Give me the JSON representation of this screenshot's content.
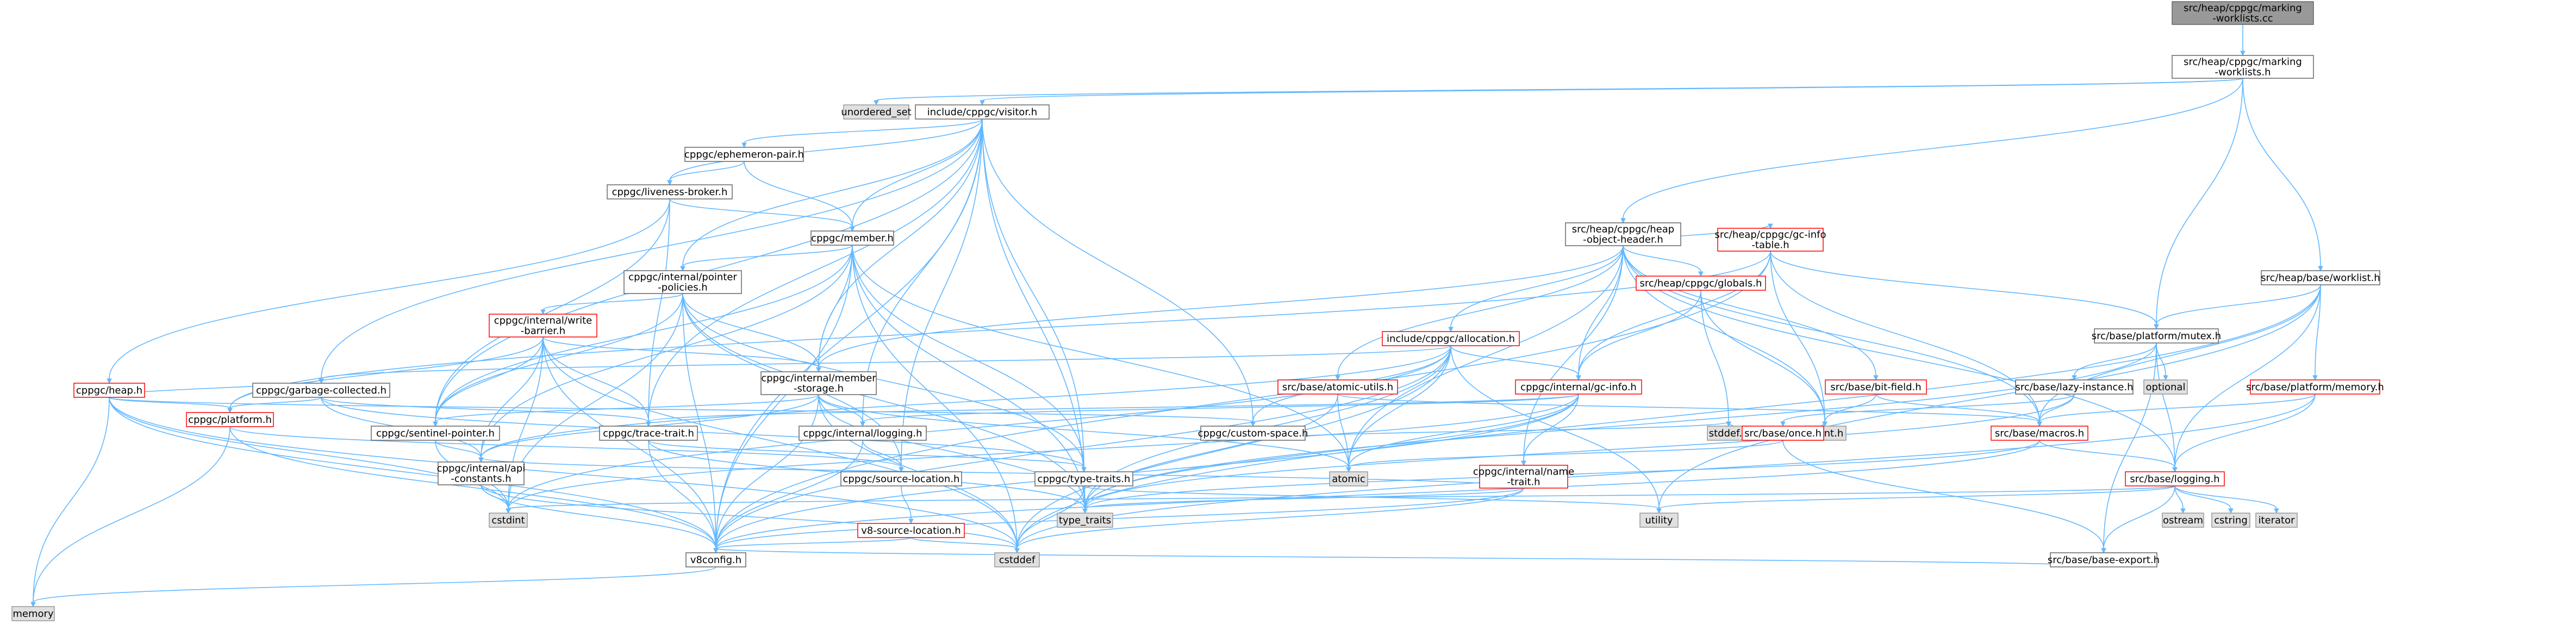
{
  "styles": {
    "root": {
      "fill": "#999999",
      "stroke": "#666666"
    },
    "file": {
      "fill": "#ffffff",
      "stroke": "#666666"
    },
    "red": {
      "fill": "#ffffff",
      "stroke": "#ff0000"
    },
    "ext": {
      "fill": "#e0e0e0",
      "stroke": "#999999"
    },
    "edge": "#63b8ff"
  },
  "nodes": [
    {
      "id": "root",
      "lines": [
        "src/heap/cppgc/marking",
        "-worklists.cc"
      ],
      "style": "root"
    },
    {
      "id": "mw_h",
      "lines": [
        "src/heap/cppgc/marking",
        "-worklists.h"
      ],
      "style": "file"
    },
    {
      "id": "unordered_set",
      "lines": [
        "unordered_set"
      ],
      "style": "ext"
    },
    {
      "id": "visitor",
      "lines": [
        "include/cppgc/visitor.h"
      ],
      "style": "file"
    },
    {
      "id": "ephemeron",
      "lines": [
        "cppgc/ephemeron-pair.h"
      ],
      "style": "file"
    },
    {
      "id": "liveness",
      "lines": [
        "cppgc/liveness-broker.h"
      ],
      "style": "file"
    },
    {
      "id": "member",
      "lines": [
        "cppgc/member.h"
      ],
      "style": "file"
    },
    {
      "id": "pointer_pol",
      "lines": [
        "cppgc/internal/pointer",
        "-policies.h"
      ],
      "style": "file"
    },
    {
      "id": "write_barrier",
      "lines": [
        "cppgc/internal/write",
        "-barrier.h"
      ],
      "style": "red"
    },
    {
      "id": "heap",
      "lines": [
        "cppgc/heap.h"
      ],
      "style": "red"
    },
    {
      "id": "garbage",
      "lines": [
        "cppgc/garbage-collected.h"
      ],
      "style": "file"
    },
    {
      "id": "member_storage",
      "lines": [
        "cppgc/internal/member",
        "-storage.h"
      ],
      "style": "file"
    },
    {
      "id": "platform",
      "lines": [
        "cppgc/platform.h"
      ],
      "style": "red"
    },
    {
      "id": "sentinel",
      "lines": [
        "cppgc/sentinel-pointer.h"
      ],
      "style": "file"
    },
    {
      "id": "trace_trait",
      "lines": [
        "cppgc/trace-trait.h"
      ],
      "style": "file"
    },
    {
      "id": "logging",
      "lines": [
        "cppgc/internal/logging.h"
      ],
      "style": "file"
    },
    {
      "id": "api_const",
      "lines": [
        "cppgc/internal/api",
        "-constants.h"
      ],
      "style": "file"
    },
    {
      "id": "source_loc",
      "lines": [
        "cppgc/source-location.h"
      ],
      "style": "file"
    },
    {
      "id": "v8_source_loc",
      "lines": [
        "v8-source-location.h"
      ],
      "style": "red"
    },
    {
      "id": "type_traits_h",
      "lines": [
        "cppgc/type-traits.h"
      ],
      "style": "file"
    },
    {
      "id": "custom_space",
      "lines": [
        "cppgc/custom-space.h"
      ],
      "style": "file"
    },
    {
      "id": "v8config",
      "lines": [
        "v8config.h"
      ],
      "style": "file"
    },
    {
      "id": "memory",
      "lines": [
        "memory"
      ],
      "style": "ext"
    },
    {
      "id": "cstdint",
      "lines": [
        "cstdint"
      ],
      "style": "ext"
    },
    {
      "id": "cstddef",
      "lines": [
        "cstddef"
      ],
      "style": "ext"
    },
    {
      "id": "type_traits",
      "lines": [
        "type_traits"
      ],
      "style": "ext"
    },
    {
      "id": "atomic",
      "lines": [
        "atomic"
      ],
      "style": "ext"
    },
    {
      "id": "utility",
      "lines": [
        "utility"
      ],
      "style": "ext"
    },
    {
      "id": "heap_obj",
      "lines": [
        "src/heap/cppgc/heap",
        "-object-header.h"
      ],
      "style": "file"
    },
    {
      "id": "allocation",
      "lines": [
        "include/cppgc/allocation.h"
      ],
      "style": "red"
    },
    {
      "id": "gc_info_table",
      "lines": [
        "src/heap/cppgc/gc-info",
        "-table.h"
      ],
      "style": "red"
    },
    {
      "id": "globals",
      "lines": [
        "src/heap/cppgc/globals.h"
      ],
      "style": "red"
    },
    {
      "id": "atomic_utils",
      "lines": [
        "src/base/atomic-utils.h"
      ],
      "style": "red"
    },
    {
      "id": "gc_info",
      "lines": [
        "cppgc/internal/gc-info.h"
      ],
      "style": "red"
    },
    {
      "id": "name_trait",
      "lines": [
        "cppgc/internal/name",
        "-trait.h"
      ],
      "style": "red"
    },
    {
      "id": "bit_field",
      "lines": [
        "src/base/bit-field.h"
      ],
      "style": "red"
    },
    {
      "id": "stddef",
      "lines": [
        "stddef.h"
      ],
      "style": "ext"
    },
    {
      "id": "stdint",
      "lines": [
        "stdint.h"
      ],
      "style": "ext"
    },
    {
      "id": "once",
      "lines": [
        "src/base/once.h"
      ],
      "style": "red"
    },
    {
      "id": "macros",
      "lines": [
        "src/base/macros.h"
      ],
      "style": "red"
    },
    {
      "id": "base_logging",
      "lines": [
        "src/base/logging.h"
      ],
      "style": "red"
    },
    {
      "id": "base_export",
      "lines": [
        "src/base/base-export.h"
      ],
      "style": "file"
    },
    {
      "id": "mutex",
      "lines": [
        "src/base/platform/mutex.h"
      ],
      "style": "file"
    },
    {
      "id": "lazy_instance",
      "lines": [
        "src/base/lazy-instance.h"
      ],
      "style": "file"
    },
    {
      "id": "optional",
      "lines": [
        "optional"
      ],
      "style": "ext"
    },
    {
      "id": "worklist",
      "lines": [
        "src/heap/base/worklist.h"
      ],
      "style": "file"
    },
    {
      "id": "base_memory",
      "lines": [
        "src/base/platform/memory.h"
      ],
      "style": "red"
    },
    {
      "id": "ostream",
      "lines": [
        "ostream"
      ],
      "style": "ext"
    },
    {
      "id": "cstring",
      "lines": [
        "cstring"
      ],
      "style": "ext"
    },
    {
      "id": "iterator",
      "lines": [
        "iterator"
      ],
      "style": "ext"
    }
  ],
  "edges": [
    [
      "root",
      "mw_h"
    ],
    [
      "mw_h",
      "unordered_set"
    ],
    [
      "mw_h",
      "visitor"
    ],
    [
      "mw_h",
      "heap_obj"
    ],
    [
      "mw_h",
      "mutex"
    ],
    [
      "mw_h",
      "worklist"
    ],
    [
      "visitor",
      "ephemeron"
    ],
    [
      "visitor",
      "liveness"
    ],
    [
      "visitor",
      "member"
    ],
    [
      "visitor",
      "pointer_pol"
    ],
    [
      "visitor",
      "garbage"
    ],
    [
      "visitor",
      "member_storage"
    ],
    [
      "visitor",
      "sentinel"
    ],
    [
      "visitor",
      "trace_trait"
    ],
    [
      "visitor",
      "logging"
    ],
    [
      "visitor",
      "source_loc"
    ],
    [
      "visitor",
      "type_traits_h"
    ],
    [
      "visitor",
      "custom_space"
    ],
    [
      "visitor",
      "v8config"
    ],
    [
      "visitor",
      "type_traits"
    ],
    [
      "ephemeron",
      "liveness"
    ],
    [
      "ephemeron",
      "member"
    ],
    [
      "liveness",
      "heap"
    ],
    [
      "liveness",
      "trace_trait"
    ],
    [
      "liveness",
      "sentinel"
    ],
    [
      "liveness",
      "member"
    ],
    [
      "member",
      "pointer_pol"
    ],
    [
      "member",
      "member_storage"
    ],
    [
      "member",
      "sentinel"
    ],
    [
      "member",
      "api_const"
    ],
    [
      "member",
      "type_traits_h"
    ],
    [
      "member",
      "atomic"
    ],
    [
      "member",
      "cstddef"
    ],
    [
      "member",
      "type_traits"
    ],
    [
      "member",
      "v8config"
    ],
    [
      "pointer_pol",
      "write_barrier"
    ],
    [
      "pointer_pol",
      "member_storage"
    ],
    [
      "pointer_pol",
      "sentinel"
    ],
    [
      "pointer_pol",
      "source_loc"
    ],
    [
      "pointer_pol",
      "type_traits_h"
    ],
    [
      "pointer_pol",
      "cstdint"
    ],
    [
      "pointer_pol",
      "type_traits"
    ],
    [
      "pointer_pol",
      "v8config"
    ],
    [
      "write_barrier",
      "api_const"
    ],
    [
      "write_barrier",
      "member_storage"
    ],
    [
      "write_barrier",
      "platform"
    ],
    [
      "write_barrier",
      "sentinel"
    ],
    [
      "write_barrier",
      "trace_trait"
    ],
    [
      "write_barrier",
      "cstddef"
    ],
    [
      "write_barrier",
      "cstdint"
    ],
    [
      "write_barrier",
      "v8config"
    ],
    [
      "heap",
      "platform"
    ],
    [
      "heap",
      "custom_space"
    ],
    [
      "heap",
      "garbage"
    ],
    [
      "heap",
      "memory"
    ],
    [
      "heap",
      "cstddef"
    ],
    [
      "heap",
      "cstdint"
    ],
    [
      "heap",
      "v8config"
    ],
    [
      "garbage",
      "trace_trait"
    ],
    [
      "garbage",
      "type_traits_h"
    ],
    [
      "garbage",
      "api_const"
    ],
    [
      "garbage",
      "platform"
    ],
    [
      "member_storage",
      "api_const"
    ],
    [
      "member_storage",
      "logging"
    ],
    [
      "member_storage",
      "sentinel"
    ],
    [
      "member_storage",
      "v8config"
    ],
    [
      "member_storage",
      "atomic"
    ],
    [
      "member_storage",
      "cstddef"
    ],
    [
      "member_storage",
      "type_traits"
    ],
    [
      "platform",
      "memory"
    ],
    [
      "platform",
      "v8config"
    ],
    [
      "platform",
      "source_loc"
    ],
    [
      "sentinel",
      "api_const"
    ],
    [
      "sentinel",
      "cstdint"
    ],
    [
      "trace_trait",
      "type_traits_h"
    ],
    [
      "trace_trait",
      "type_traits"
    ],
    [
      "trace_trait",
      "v8config"
    ],
    [
      "logging",
      "source_loc"
    ],
    [
      "logging",
      "v8config"
    ],
    [
      "api_const",
      "cstddef"
    ],
    [
      "api_const",
      "cstdint"
    ],
    [
      "api_const",
      "v8config"
    ],
    [
      "source_loc",
      "v8_source_loc"
    ],
    [
      "v8_source_loc",
      "cstddef"
    ],
    [
      "v8_source_loc",
      "v8config"
    ],
    [
      "type_traits_h",
      "cstddef"
    ],
    [
      "type_traits_h",
      "type_traits"
    ],
    [
      "type_traits_h",
      "utility"
    ],
    [
      "custom_space",
      "stddef"
    ],
    [
      "v8config",
      "memory"
    ],
    [
      "heap_obj",
      "allocation"
    ],
    [
      "heap_obj",
      "gc_info_table"
    ],
    [
      "heap_obj",
      "globals"
    ],
    [
      "heap_obj",
      "atomic_utils"
    ],
    [
      "heap_obj",
      "gc_info"
    ],
    [
      "heap_obj",
      "name_trait"
    ],
    [
      "heap_obj",
      "bit_field"
    ],
    [
      "heap_obj",
      "macros"
    ],
    [
      "heap_obj",
      "member_storage"
    ],
    [
      "heap_obj",
      "atomic"
    ],
    [
      "heap_obj",
      "stdint"
    ],
    [
      "heap_obj",
      "base_logging"
    ],
    [
      "allocation",
      "custom_space"
    ],
    [
      "allocation",
      "garbage"
    ],
    [
      "allocation",
      "gc_info"
    ],
    [
      "allocation",
      "api_const"
    ],
    [
      "allocation",
      "atomic"
    ],
    [
      "allocation",
      "cstddef"
    ],
    [
      "allocation",
      "cstdint"
    ],
    [
      "allocation",
      "type_traits"
    ],
    [
      "allocation",
      "utility"
    ],
    [
      "allocation",
      "v8config"
    ],
    [
      "gc_info_table",
      "gc_info"
    ],
    [
      "gc_info_table",
      "mutex"
    ],
    [
      "gc_info_table",
      "macros"
    ],
    [
      "gc_info_table",
      "stdint"
    ],
    [
      "gc_info_table",
      "v8config"
    ],
    [
      "gc_info_table",
      "platform"
    ],
    [
      "globals",
      "gc_info"
    ],
    [
      "globals",
      "stddef"
    ],
    [
      "globals",
      "stdint"
    ],
    [
      "atomic_utils",
      "macros"
    ],
    [
      "atomic_utils",
      "atomic"
    ],
    [
      "atomic_utils",
      "type_traits"
    ],
    [
      "gc_info",
      "name_trait"
    ],
    [
      "gc_info",
      "trace_trait"
    ],
    [
      "gc_info",
      "logging"
    ],
    [
      "gc_info",
      "atomic"
    ],
    [
      "gc_info",
      "cstdint"
    ],
    [
      "gc_info",
      "type_traits"
    ],
    [
      "gc_info",
      "v8config"
    ],
    [
      "name_trait",
      "api_const"
    ],
    [
      "name_trait",
      "cstddef"
    ],
    [
      "name_trait",
      "type_traits"
    ],
    [
      "name_trait",
      "v8config"
    ],
    [
      "bit_field",
      "macros"
    ],
    [
      "bit_field",
      "stdint"
    ],
    [
      "once",
      "atomic"
    ],
    [
      "once",
      "stddef"
    ],
    [
      "once",
      "base_export"
    ],
    [
      "once",
      "stdint"
    ],
    [
      "macros",
      "base_logging"
    ],
    [
      "macros",
      "type_traits"
    ],
    [
      "macros",
      "v8config"
    ],
    [
      "base_logging",
      "base_export"
    ],
    [
      "base_logging",
      "ostream"
    ],
    [
      "base_logging",
      "cstring"
    ],
    [
      "base_logging",
      "iterator"
    ],
    [
      "base_logging",
      "cstdint"
    ],
    [
      "base_logging",
      "utility"
    ],
    [
      "base_export",
      "v8config"
    ],
    [
      "mutex",
      "lazy_instance"
    ],
    [
      "mutex",
      "base_logging"
    ],
    [
      "mutex",
      "optional"
    ],
    [
      "mutex",
      "base_export"
    ],
    [
      "mutex",
      "type_traits"
    ],
    [
      "lazy_instance",
      "macros"
    ],
    [
      "lazy_instance",
      "once"
    ],
    [
      "lazy_instance",
      "type_traits"
    ],
    [
      "worklist",
      "mutex"
    ],
    [
      "worklist",
      "base_memory"
    ],
    [
      "worklist",
      "base_logging"
    ],
    [
      "worklist",
      "macros"
    ],
    [
      "worklist",
      "cstddef"
    ],
    [
      "worklist",
      "utility"
    ],
    [
      "base_memory",
      "macros"
    ],
    [
      "base_memory",
      "base_logging"
    ],
    [
      "base_memory",
      "cstddef"
    ]
  ]
}
